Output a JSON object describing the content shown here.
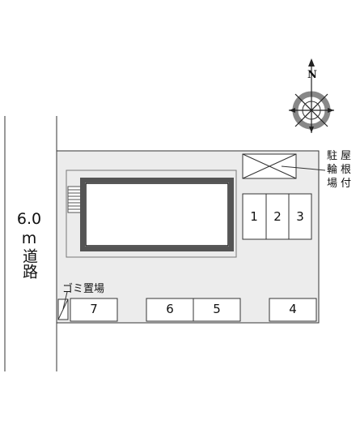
{
  "map": {
    "road": {
      "width_label": "6.0",
      "unit": "m",
      "name": "道路"
    },
    "compass": {
      "north_label": "N"
    },
    "bicycle_parking": {
      "label_line1": "駐屋",
      "label_line2": "輪根",
      "label_line3": "場付"
    },
    "garbage": {
      "label": "ゴミ置場"
    },
    "parking_slots": [
      "1",
      "2",
      "3",
      "4",
      "5",
      "6",
      "7"
    ]
  }
}
